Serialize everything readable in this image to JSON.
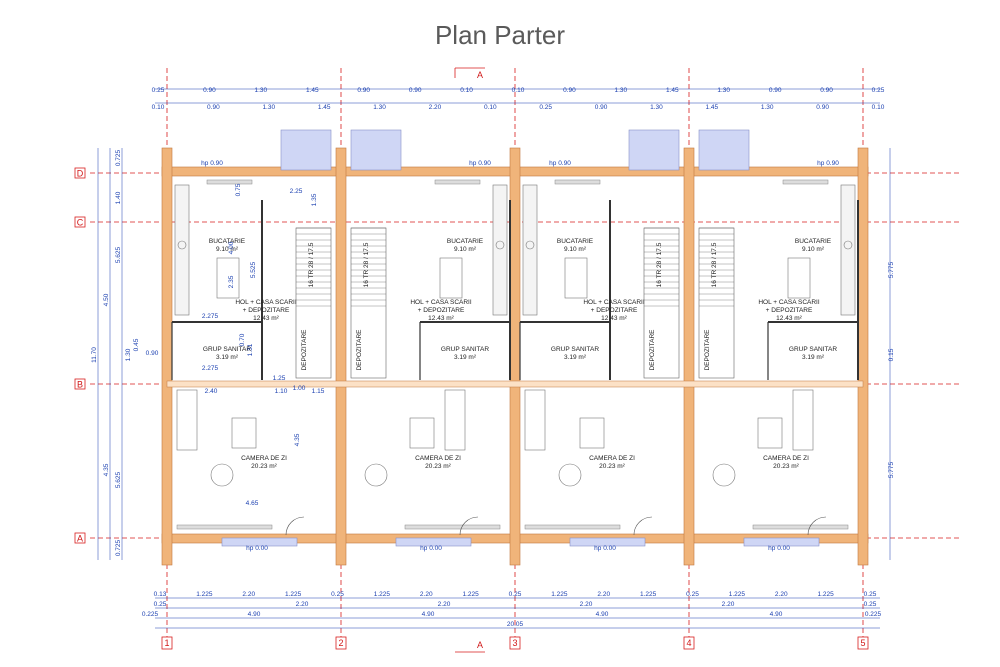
{
  "title": "Plan Parter",
  "colors": {
    "wall": "#f0b47a",
    "wall_stroke": "#c07840",
    "axis": "#d81e1e",
    "dim": "#1a3fb0",
    "window": "#cfd6f5"
  },
  "axes": {
    "rows": [
      "D",
      "C",
      "B",
      "A"
    ],
    "cols": [
      "1",
      "2",
      "3",
      "4",
      "5"
    ],
    "section": "A"
  },
  "units": [
    {
      "rooms": [
        {
          "name": "BUCATARIE",
          "area": "9.10 m²"
        },
        {
          "name": "HOL + CASA SCARII",
          "sub": "+ DEPOZITARE",
          "area": "12.43 m²"
        },
        {
          "name": "GRUP SANITAR",
          "area": "3.19 m²"
        },
        {
          "name": "CAMERA DE ZI",
          "area": "20.23 m²"
        }
      ]
    },
    {
      "rooms": [
        {
          "name": "BUCATARIE",
          "area": "9.10 m²"
        },
        {
          "name": "HOL + CASA SCARII",
          "sub": "+ DEPOZITARE",
          "area": "12.43 m²"
        },
        {
          "name": "GRUP SANITAR",
          "area": "3.19 m²"
        },
        {
          "name": "CAMERA DE ZI",
          "area": "20.23 m²"
        }
      ]
    },
    {
      "rooms": [
        {
          "name": "BUCATARIE",
          "area": "9.10 m²"
        },
        {
          "name": "HOL + CASA SCARII",
          "sub": "+ DEPOZITARE",
          "area": "12.43 m²"
        },
        {
          "name": "GRUP SANITAR",
          "area": "3.19 m²"
        },
        {
          "name": "CAMERA DE ZI",
          "area": "20.23 m²"
        }
      ]
    },
    {
      "rooms": [
        {
          "name": "BUCATARIE",
          "area": "9.10 m²"
        },
        {
          "name": "HOL + CASA SCARII",
          "sub": "+ DEPOZITARE",
          "area": "12.43 m²"
        },
        {
          "name": "GRUP SANITAR",
          "area": "3.19 m²"
        },
        {
          "name": "CAMERA DE ZI",
          "area": "20.23 m²"
        }
      ]
    }
  ],
  "stair_label": "16 TR 28 / 17.5",
  "depozitare_label": "DEPOZITARE",
  "hp_top": "hp 0.90",
  "hp_bottom": "hp 0.00",
  "dims": {
    "top_row1": [
      "0.25",
      "0.90",
      "1.30",
      "1.45",
      "0.90",
      "0.90",
      "0.10",
      "0.10",
      "0.90",
      "1.30",
      "1.45",
      "1.30",
      "0.90",
      "0.90",
      "0.25"
    ],
    "top_row2": [
      "0.10",
      "0.90",
      "1.30",
      "1.45",
      "1.30",
      "2.20",
      "0.10",
      "0.25",
      "0.90",
      "1.30",
      "1.45",
      "1.30",
      "0.90",
      "0.10"
    ],
    "bottom_row1": [
      "0.13",
      "1.225",
      "2.20",
      "1.225",
      "0.25",
      "1.225",
      "2.20",
      "1.225",
      "0.25",
      "1.225",
      "2.20",
      "1.225",
      "0.25",
      "1.225",
      "2.20",
      "1.225",
      "0.25"
    ],
    "bottom_row2": [
      "0.25",
      "2.20",
      "2.20",
      "2.20",
      "2.20",
      "0.25"
    ],
    "bottom_row3": [
      "4.90",
      "4.90",
      "4.90",
      "4.90"
    ],
    "bottom_total": "20.05",
    "bottom_edge": [
      "0.225",
      "0.225"
    ],
    "left_col1": [
      "0.725",
      "1.40",
      "5.625",
      "5.625",
      "0.725"
    ],
    "left_col2": [
      "4.50",
      "4.35"
    ],
    "left_total": "11.70",
    "right_col": [
      "5.775",
      "0.15",
      "5.775"
    ],
    "inner": [
      "2.275",
      "2.275",
      "2.35",
      "4.00",
      "0.75",
      "2.25",
      "1.35",
      "5.525",
      "1.25",
      "1.00",
      "1.10",
      "1.15",
      "2.40",
      "4.35",
      "4.65",
      "0.90",
      "0.45",
      "1.30",
      "0.70",
      "1.31"
    ]
  }
}
